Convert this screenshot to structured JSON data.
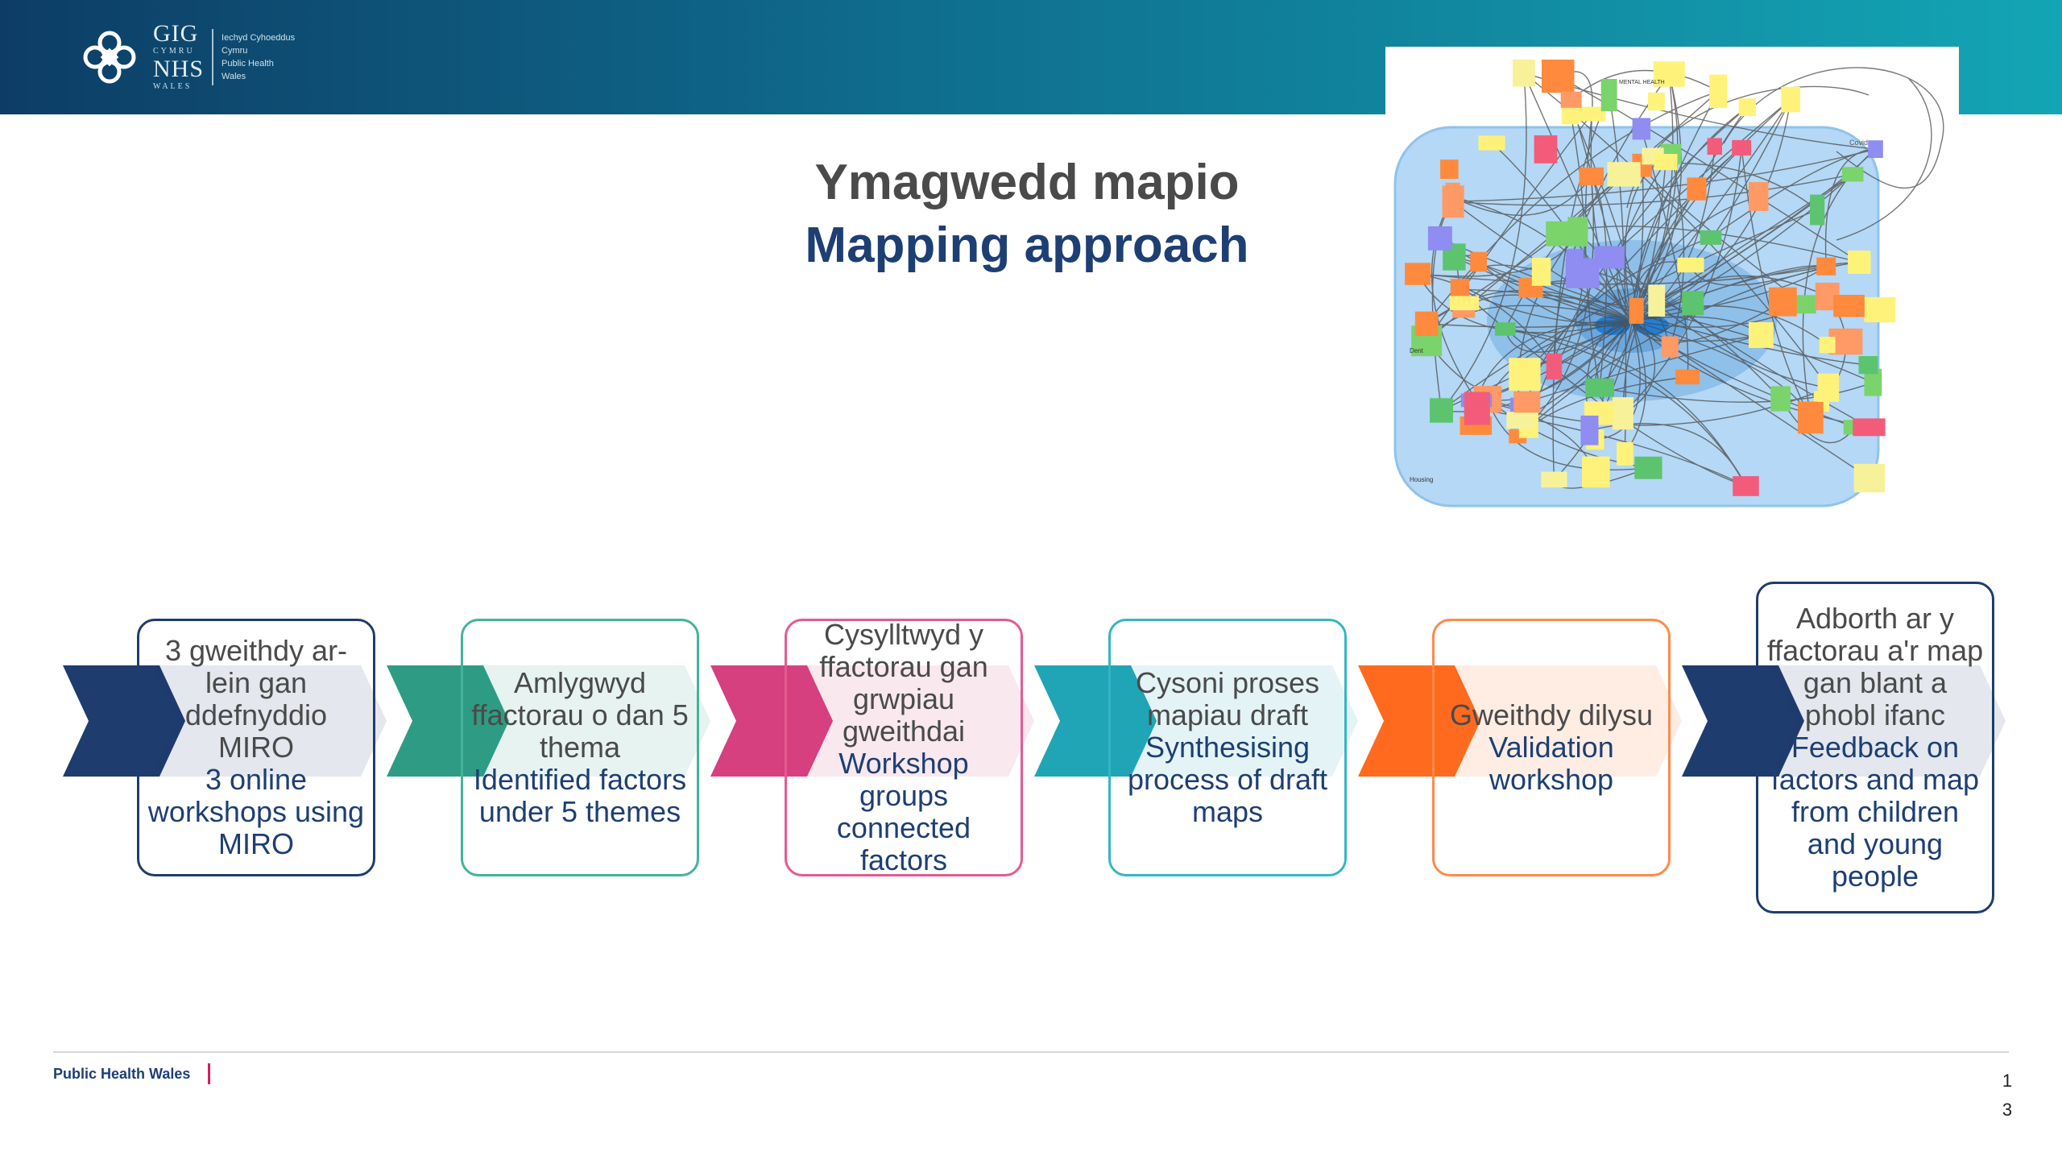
{
  "header": {
    "logo": {
      "line1": "GIG",
      "line2": "CYMRU",
      "line3": "NHS",
      "line4": "WALES",
      "org_lines": [
        "Iechyd Cyhoeddus",
        "Cymru",
        "Public Health",
        "Wales"
      ]
    }
  },
  "title": {
    "welsh": "Ymagwedd mapio",
    "english": "Mapping approach"
  },
  "map_image": {
    "labels": [
      "Covid",
      "Dent",
      "Housing",
      "MENTAL HEALTH"
    ]
  },
  "steps": [
    {
      "welsh": "3 gweithdy ar-lein gan ddefnyddio MIRO",
      "english": "3 online workshops using MIRO",
      "color": "#1f3c6e",
      "border": "#1f3c6e"
    },
    {
      "welsh": "Amlygwyd ffactorau o dan 5 thema",
      "english": "Identified factors under 5 themes",
      "color": "#2e9c84",
      "border": "#44b39a"
    },
    {
      "welsh": "Cysylltwyd y ffactorau gan grwpiau gweithdai",
      "english": "Workshop groups connected factors",
      "color": "#d6407f",
      "border": "#e45b8f"
    },
    {
      "welsh": "Cysoni proses mapiau draft",
      "english": "Synthesising process of draft maps",
      "color": "#1fa5b5",
      "border": "#35b6c3"
    },
    {
      "welsh": "Gweithdy dilysu",
      "english": "Validation workshop",
      "color": "#ff6a1f",
      "border": "#ff8a4a"
    },
    {
      "welsh": "Adborth ar y ffactorau a'r map gan blant a phobl ifanc",
      "english": "Feedback on factors and map from children and young people",
      "color": "#1f3c6e",
      "border": "#1f3c6e"
    }
  ],
  "footer": {
    "org": "Public Health Wales",
    "page": [
      "1",
      "3"
    ]
  }
}
